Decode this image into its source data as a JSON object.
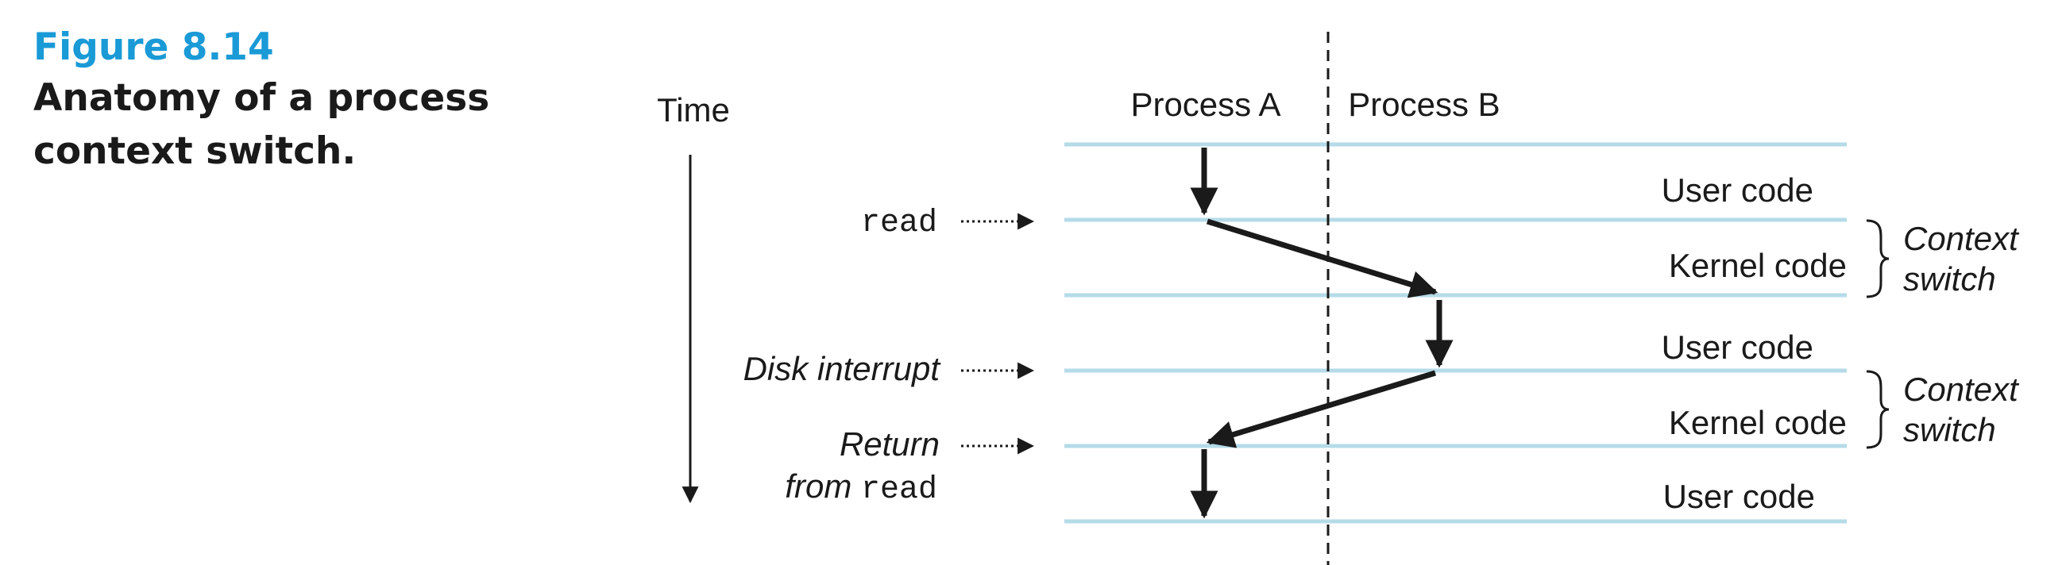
{
  "caption": {
    "figure_label": "Figure 8.14",
    "title_line1": "Anatomy of a process",
    "title_line2": "context switch."
  },
  "diagram": {
    "time_label": "Time",
    "process_a": "Process A",
    "process_b": "Process B",
    "events": {
      "read": "read",
      "disk_interrupt": "Disk interrupt",
      "return_line1": "Return",
      "return_from": "from ",
      "return_read": "read"
    },
    "segments": {
      "user1": "User code",
      "kernel1": "Kernel code",
      "user2": "User code",
      "kernel2": "Kernel code",
      "user3": "User code"
    },
    "brackets": {
      "cs1_line1": "Context",
      "cs1_line2": "switch",
      "cs2_line1": "Context",
      "cs2_line2": "switch"
    }
  },
  "colors": {
    "accent": "#1a9ad6",
    "band_line": "#b5dbe8",
    "ink": "#1a1a1a"
  }
}
